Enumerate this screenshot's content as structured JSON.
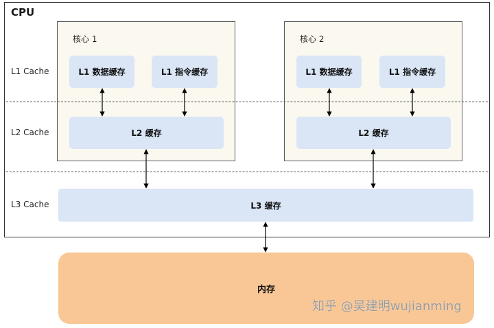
{
  "cpu": {
    "title": "CPU"
  },
  "levels": {
    "l1": "L1 Cache",
    "l2": "L2 Cache",
    "l3": "L3 Cache"
  },
  "cores": [
    {
      "title": "核心 1",
      "l1_data": "L1 数据缓存",
      "l1_inst": "L1 指令缓存",
      "l2": "L2 缓存"
    },
    {
      "title": "核心 2",
      "l1_data": "L1 数据缓存",
      "l1_inst": "L1 指令缓存",
      "l2": "L2 缓存"
    }
  ],
  "l3": "L3 缓存",
  "memory": "内存",
  "watermark": "知乎 @吴建明wujianming"
}
